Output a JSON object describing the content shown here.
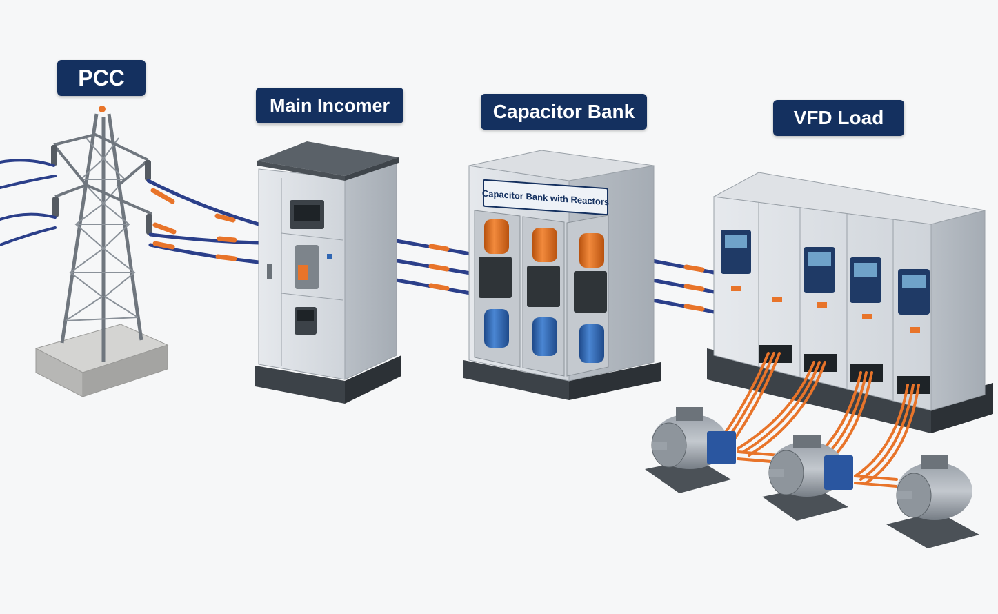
{
  "labels": {
    "pcc": "PCC",
    "main_incomer": "Main Incomer",
    "capacitor_bank": "Capacitor Bank",
    "vfd_load": "VFD Load"
  },
  "capacitor_bank_nameplate": "Capacitor Bank with Reactors",
  "colors": {
    "label_background": "#14305f",
    "label_text": "#ffffff",
    "cable_blue": "#2b3f8a",
    "cable_orange": "#e8742a",
    "cabinet_grey": "#d9dde2",
    "capacitor_orange": "#e8742a",
    "reactor_blue": "#2f66b3"
  },
  "icons": {
    "tower": "transmission-tower-icon",
    "incomer": "switchgear-cabinet-icon",
    "capacitor_bank": "capacitor-cabinet-icon",
    "vfd": "drive-cabinet-icon",
    "motor": "electric-motor-icon"
  }
}
